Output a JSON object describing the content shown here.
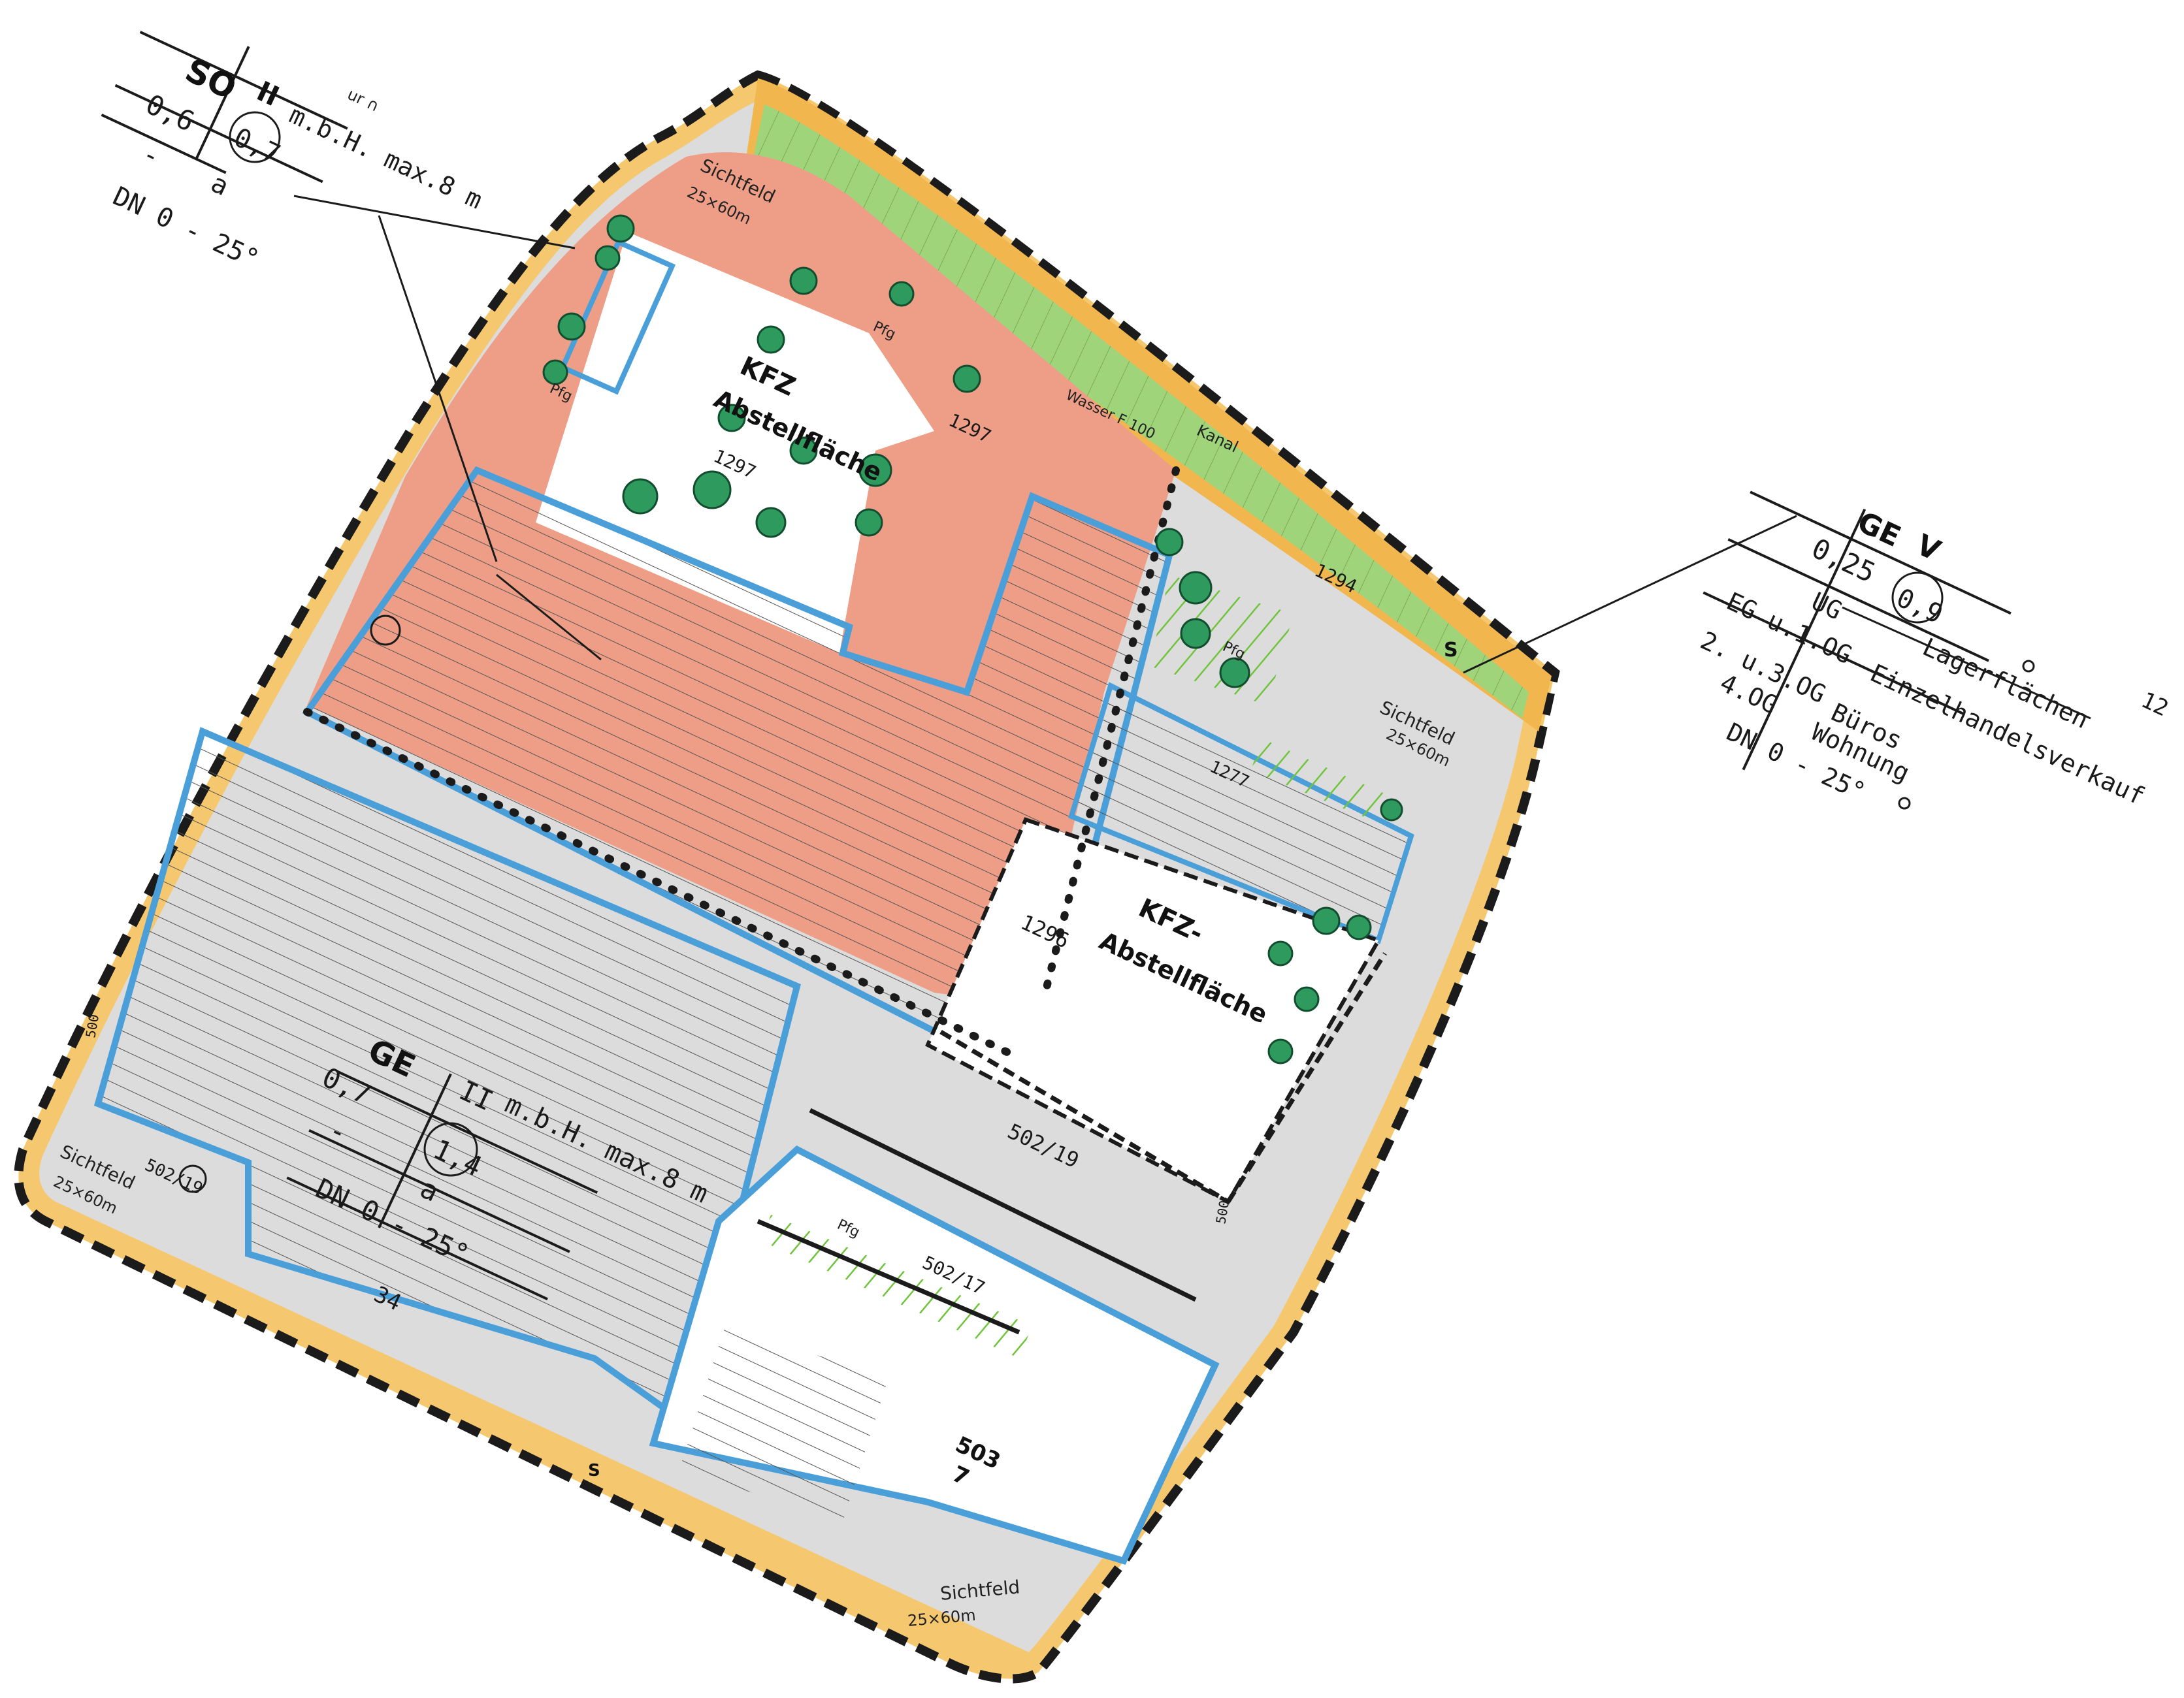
{
  "colors": {
    "boundary": "#1b1b1b",
    "boundary_fill": "#f5c870",
    "green_strip": "#9fd47a",
    "orange_strip": "#f2b64e",
    "parking_red": "#ee9e86",
    "building_blue": "#4b9fd8",
    "grey_area": "#d9d9d9",
    "tree_green": "#2e9a5e",
    "hatch_green": "#7fd04a"
  },
  "tables": {
    "so": {
      "zone": "SO",
      "grz": "0,6",
      "floors": "II",
      "height": "m.b.H. max.8 m",
      "gfz": "0,7",
      "dash": "-",
      "bauweise": "a",
      "roof": "DN 0 - 25°",
      "scribble": "ur ∩"
    },
    "ge_v": {
      "zone": "GE",
      "floors": "V",
      "grz": "0,25",
      "gfz": "0,9",
      "rows": [
        {
          "level": "UG",
          "use": "Lagerflächen"
        },
        {
          "level": "EG u.1.OG",
          "use": "Einzelhandelsverkauf"
        },
        {
          "level": "2. u.3.OG",
          "use": "Büros"
        },
        {
          "level": "4.OG",
          "use": "Wohnung"
        }
      ],
      "roof": "DN 0 - 25°",
      "edge_note": "12"
    },
    "ge_ii": {
      "zone": "GE",
      "grz": "0,7",
      "floors": "II",
      "height": "m.b.H. max.8 m",
      "gfz": "1,4",
      "dash": "-",
      "bauweise": "a",
      "roof": "DN 0 - 25°"
    }
  },
  "labels": {
    "kfz_1": "KFZ",
    "abstell_1": "Abstellfläche",
    "kfz_2": "KFZ-",
    "abstell_2": "Abstellfläche",
    "sicht_word": "Sichtfeld",
    "sicht_size": "25×60m",
    "pfg": "Pfg",
    "parcels": {
      "p1297": "1297",
      "p1297b": "1297",
      "p1296": "1296",
      "p1294": "1294",
      "p1277": "1277",
      "p502_19": "502/19",
      "p502_19b": "502/19",
      "p502_17": "502/17",
      "p34": "34",
      "p503_num": "503",
      "p503_den": "7",
      "p500a": "500",
      "p500b": "500"
    },
    "wasser": "Wasser F 100",
    "kanal": "Kanal",
    "s_mark": "S"
  }
}
